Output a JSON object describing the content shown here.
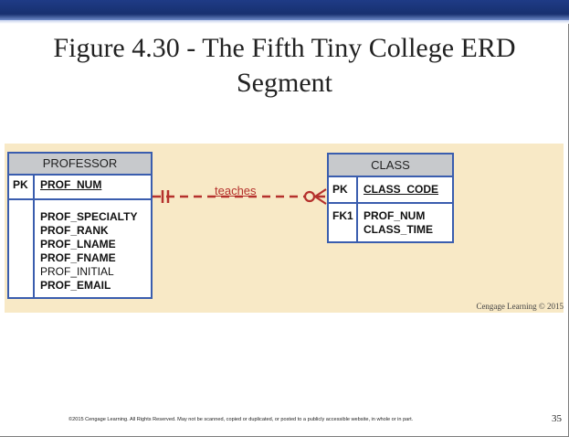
{
  "slide": {
    "title_line1": "Figure 4.30 - The Fifth Tiny College ERD",
    "title_line2": "Segment",
    "credit": "Cengage Learning © 2015",
    "footer": "©2015 Cengage Learning. All Rights Reserved. May not be scanned, copied or duplicated, or posted to a publicly accessible website, in whole or in part.",
    "page_number": "35"
  },
  "colors": {
    "header_bar": "#1f3b86",
    "panel_background": "#f8e9c6",
    "entity_border": "#3a5dae",
    "entity_header": "#c7c9cc",
    "relationship": "#b5312c"
  },
  "professor": {
    "name": "PROFESSOR",
    "pk_label": "PK",
    "pk_attr": "PROF_NUM",
    "attributes": [
      "PROF_SPECIALTY",
      "PROF_RANK",
      "PROF_LNAME",
      "PROF_FNAME",
      "PROF_INITIAL",
      "PROF_EMAIL"
    ]
  },
  "class_entity": {
    "name": "CLASS",
    "pk_label": "PK",
    "pk_attr": "CLASS_CODE",
    "fk_label": "FK1",
    "fk_attrs": [
      "PROF_NUM",
      "CLASS_TIME"
    ]
  },
  "relationship": {
    "label": "teaches",
    "from_cardinality": "one-and-only-one",
    "to_cardinality": "zero-or-many",
    "line_style": "dashed"
  }
}
